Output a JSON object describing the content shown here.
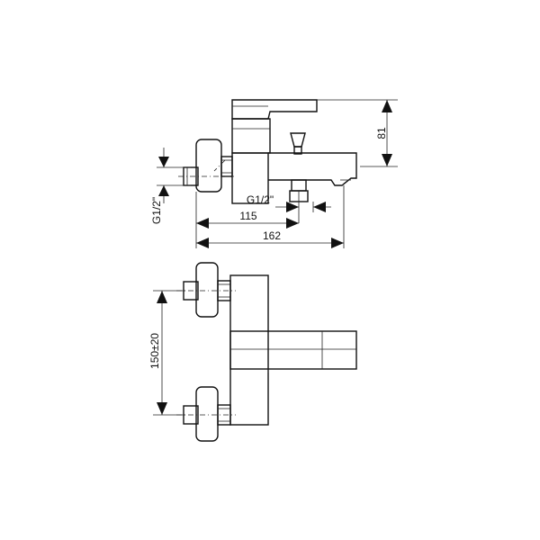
{
  "dimensions": {
    "height_81": "81",
    "thread_left": "G1/2\"",
    "thread_mid": "G1/2\"",
    "length_115": "115",
    "length_162": "162",
    "spacing": "150±20"
  }
}
